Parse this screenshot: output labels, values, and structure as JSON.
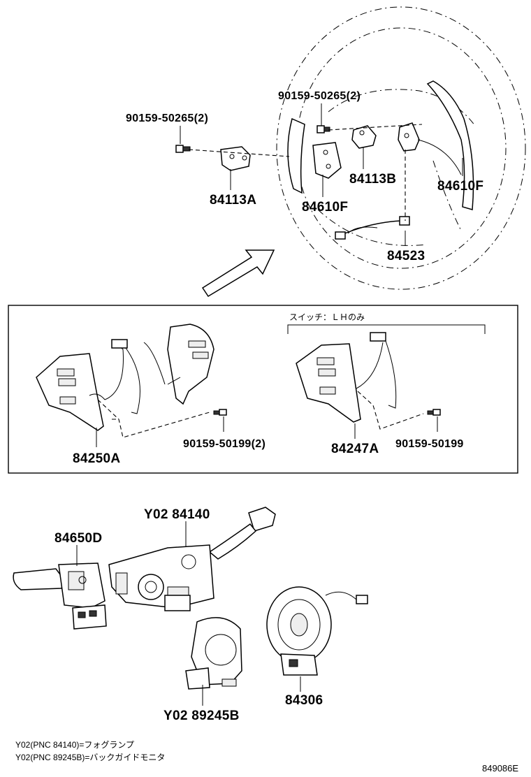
{
  "labels": {
    "bolt_upper_left": "90159-50265(2)",
    "bolt_upper_right": "90159-50265(2)",
    "bracket_a": "84113A",
    "bracket_b": "84113B",
    "paddle_left": "84610F",
    "paddle_right": "84610F",
    "harness": "84523",
    "note_lh_only": "スイッチ：ＬＨのみ",
    "switch_a": "84250A",
    "switch_a_bolt": "90159-50199(2)",
    "switch_b": "84247A",
    "switch_b_bolt": "90159-50199",
    "wiper_switch": "84650D",
    "headlamp_switch": "Y02 84140",
    "cover": "Y02 89245B",
    "spiral_cable": "84306",
    "footnote_1": "Y02(PNC 84140)=フォグランプ",
    "footnote_2": "Y02(PNC 89245B)=バックガイドモニタ",
    "figure_code": "849086E"
  }
}
